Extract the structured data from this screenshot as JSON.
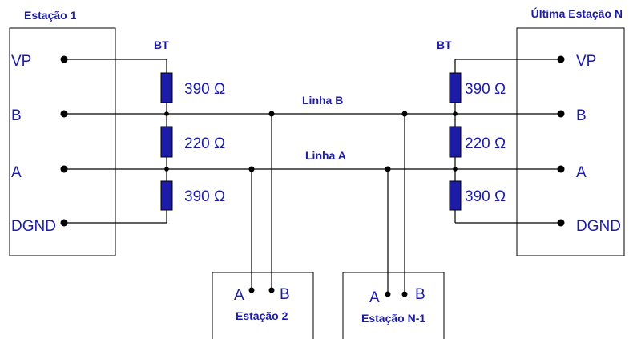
{
  "station_first": {
    "title": "Estação 1",
    "terminals": [
      "VP",
      "B",
      "A",
      "DGND"
    ]
  },
  "station_last": {
    "title": "Última Estação N",
    "terminals": [
      "VP",
      "B",
      "A",
      "DGND"
    ]
  },
  "termination_left": {
    "label": "BT",
    "resistors": [
      "390 Ω",
      "220 Ω",
      "390 Ω"
    ]
  },
  "termination_right": {
    "label": "BT",
    "resistors": [
      "390 Ω",
      "220 Ω",
      "390 Ω"
    ]
  },
  "lines": {
    "b": "Linha B",
    "a": "Linha A"
  },
  "station_2": {
    "title": "Estação 2",
    "pin_a": "A",
    "pin_b": "B"
  },
  "station_n1": {
    "title": "Estação N-1",
    "pin_a": "A",
    "pin_b": "B"
  },
  "colors": {
    "label": "#1c1ca8",
    "resistor": "#1c1ca8",
    "wire": "#000000"
  }
}
